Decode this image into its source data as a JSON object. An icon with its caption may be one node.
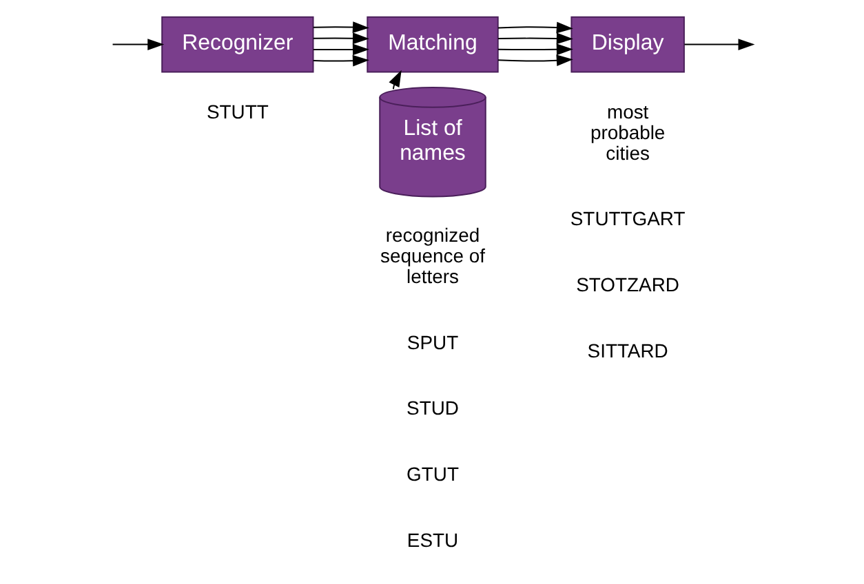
{
  "diagram": {
    "nodes": [
      {
        "text": [
          "Recognizer"
        ]
      },
      {
        "text": [
          "Matching"
        ]
      },
      {
        "text": [
          "Display"
        ]
      },
      {
        "text": [
          "List of names"
        ]
      }
    ],
    "edges": [
      {
        "from": null,
        "to": 0,
        "arrow": "to"
      },
      {
        "from": 0,
        "to": 1,
        "arrow": "to"
      },
      {
        "from": 0,
        "to": 1,
        "arrow": "to"
      },
      {
        "from": 0,
        "to": 1,
        "arrow": "to"
      },
      {
        "from": 0,
        "to": 1,
        "arrow": "to"
      },
      {
        "from": 3,
        "to": 1,
        "arrow": "to"
      },
      {
        "from": 1,
        "to": 2,
        "arrow": "to"
      },
      {
        "from": 1,
        "to": 2,
        "arrow": "to"
      },
      {
        "from": 1,
        "to": 2,
        "arrow": "to"
      },
      {
        "from": 1,
        "to": 2,
        "arrow": "to"
      },
      {
        "from": 2,
        "to": null,
        "arrow": "to"
      }
    ],
    "labels": [
      "STUTT",
      "recognized sequence of letters",
      "SPUT",
      "STUD",
      "GTUT",
      "ESTU",
      "most probable cities",
      "STUTTGART",
      "STOTZARD",
      "SITTARD"
    ]
  }
}
